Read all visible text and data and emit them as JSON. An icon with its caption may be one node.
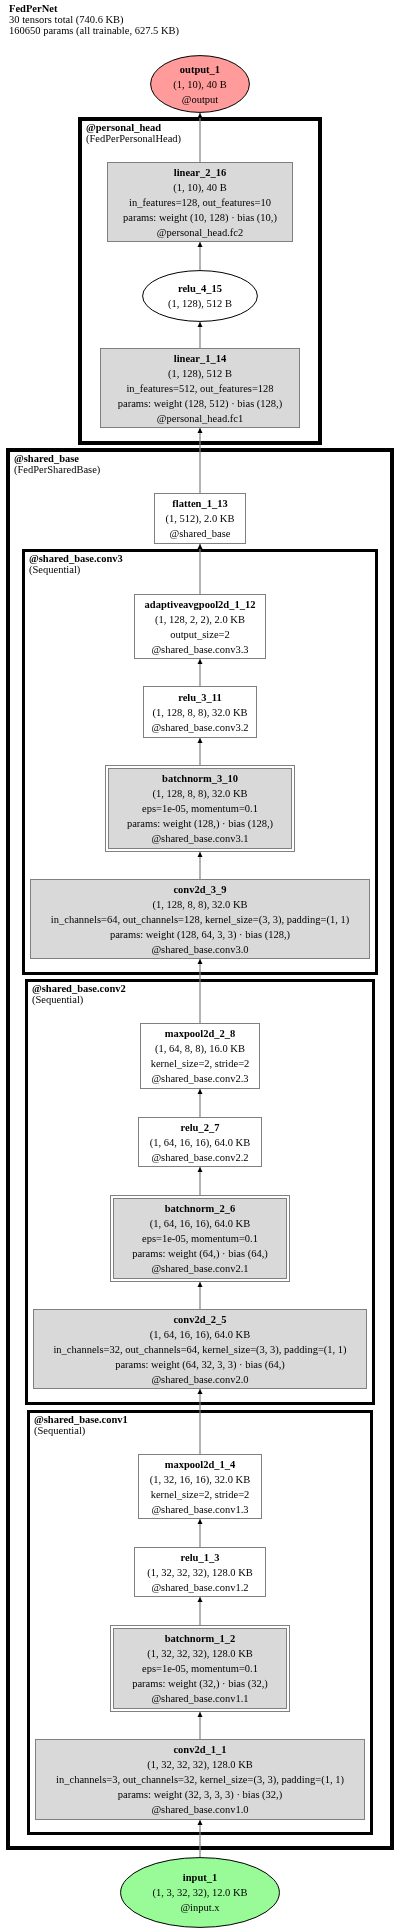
{
  "diagram": {
    "title": "FedPerNet",
    "nodes": [
      {
        "text": [
          "output_1",
          "(1, 10), 40 B",
          "@output"
        ]
      },
      {
        "text": [
          "@personal_head",
          "(FedPerPersonalHead)"
        ]
      },
      {
        "text": [
          "linear_2_16",
          "(1, 10), 40 B",
          "in_features=128, out_features=10",
          "params: weight (10, 128) · bias (10,)",
          "@personal_head.fc2"
        ],
        "in": 1
      },
      {
        "text": [
          "relu_4_15",
          "(1, 128), 512 B"
        ],
        "in": 1
      },
      {
        "text": [
          "linear_1_14",
          "(1, 128), 512 B",
          "in_features=512, out_features=128",
          "params: weight (128, 512) · bias (128,)",
          "@personal_head.fc1"
        ],
        "in": 1
      },
      {
        "text": [
          "@shared_base",
          "(FedPerSharedBase)"
        ]
      },
      {
        "text": [
          "flatten_1_13",
          "(1, 512), 2.0 KB",
          "@shared_base"
        ],
        "in": 5
      },
      {
        "text": [
          "@shared_base.conv3",
          "(Sequential)"
        ],
        "in": 5
      },
      {
        "text": [
          "adaptiveavgpool2d_1_12",
          "(1, 128, 2, 2), 2.0 KB",
          "output_size=2",
          "@shared_base.conv3.3"
        ],
        "in": 7
      },
      {
        "text": [
          "relu_3_11",
          "(1, 128, 8, 8), 32.0 KB",
          "@shared_base.conv3.2"
        ],
        "in": 7
      },
      {
        "text": [
          "batchnorm_3_10",
          "(1, 128, 8, 8), 32.0 KB",
          "eps=1e-05, momentum=0.1",
          "params: weight (128,) · bias (128,)",
          "@shared_base.conv3.1"
        ],
        "in": 7
      },
      {
        "text": [
          "conv2d_3_9",
          "(1, 128, 8, 8), 32.0 KB",
          "in_channels=64, out_channels=128, kernel_size=(3, 3), padding=(1, 1)",
          "params: weight (128, 64, 3, 3) · bias (128,)",
          "@shared_base.conv3.0"
        ],
        "in": 7
      },
      {
        "text": [
          "@shared_base.conv2",
          "(Sequential)"
        ],
        "in": 5
      },
      {
        "text": [
          "maxpool2d_2_8",
          "(1, 64, 8, 8), 16.0 KB",
          "kernel_size=2, stride=2",
          "@shared_base.conv2.3"
        ],
        "in": 12
      },
      {
        "text": [
          "relu_2_7",
          "(1, 64, 16, 16), 64.0 KB",
          "@shared_base.conv2.2"
        ],
        "in": 12
      },
      {
        "text": [
          "batchnorm_2_6",
          "(1, 64, 16, 16), 64.0 KB",
          "eps=1e-05, momentum=0.1",
          "params: weight (64,) · bias (64,)",
          "@shared_base.conv2.1"
        ],
        "in": 12
      },
      {
        "text": [
          "conv2d_2_5",
          "(1, 64, 16, 16), 64.0 KB",
          "in_channels=32, out_channels=64, kernel_size=(3, 3), padding=(1, 1)",
          "params: weight (64, 32, 3, 3) · bias (64,)",
          "@shared_base.conv2.0"
        ],
        "in": 12
      },
      {
        "text": [
          "@shared_base.conv1",
          "(Sequential)"
        ],
        "in": 5
      },
      {
        "text": [
          "maxpool2d_1_4",
          "(1, 32, 16, 16), 32.0 KB",
          "kernel_size=2, stride=2",
          "@shared_base.conv1.3"
        ],
        "in": 17
      },
      {
        "text": [
          "relu_1_3",
          "(1, 32, 32, 32), 128.0 KB",
          "@shared_base.conv1.2"
        ],
        "in": 17
      },
      {
        "text": [
          "batchnorm_1_2",
          "(1, 32, 32, 32), 128.0 KB",
          "eps=1e-05, momentum=0.1",
          "params: weight (32,) · bias (32,)",
          "@shared_base.conv1.1"
        ],
        "in": 17
      },
      {
        "text": [
          "conv2d_1_1",
          "(1, 32, 32, 32), 128.0 KB",
          "in_channels=3, out_channels=32, kernel_size=(3, 3), padding=(1, 1)",
          "params: weight (32, 3, 3, 3) · bias (32,)",
          "@shared_base.conv1.0"
        ],
        "in": 17
      },
      {
        "text": [
          "input_1",
          "(1, 3, 32, 32), 12.0 KB",
          "@input.x"
        ]
      }
    ],
    "edges": [
      {
        "from": 22,
        "to": 21,
        "arrow": "to"
      },
      {
        "from": 21,
        "to": 20,
        "arrow": "to"
      },
      {
        "from": 20,
        "to": 19,
        "arrow": "to"
      },
      {
        "from": 19,
        "to": 18,
        "arrow": "to"
      },
      {
        "from": 18,
        "to": 16,
        "arrow": "to"
      },
      {
        "from": 16,
        "to": 15,
        "arrow": "to"
      },
      {
        "from": 15,
        "to": 14,
        "arrow": "to"
      },
      {
        "from": 14,
        "to": 13,
        "arrow": "to"
      },
      {
        "from": 13,
        "to": 11,
        "arrow": "to"
      },
      {
        "from": 11,
        "to": 10,
        "arrow": "to"
      },
      {
        "from": 10,
        "to": 9,
        "arrow": "to"
      },
      {
        "from": 9,
        "to": 8,
        "arrow": "to"
      },
      {
        "from": 8,
        "to": 6,
        "arrow": "to"
      },
      {
        "from": 6,
        "to": 4,
        "arrow": "to"
      },
      {
        "from": 4,
        "to": 3,
        "arrow": "to"
      },
      {
        "from": 3,
        "to": 2,
        "arrow": "to"
      },
      {
        "from": 2,
        "to": 0,
        "arrow": "to"
      }
    ],
    "labels": [
      "30 tensors total (740.6 KB)",
      "160650 params (all trainable, 627.5 KB)"
    ]
  }
}
